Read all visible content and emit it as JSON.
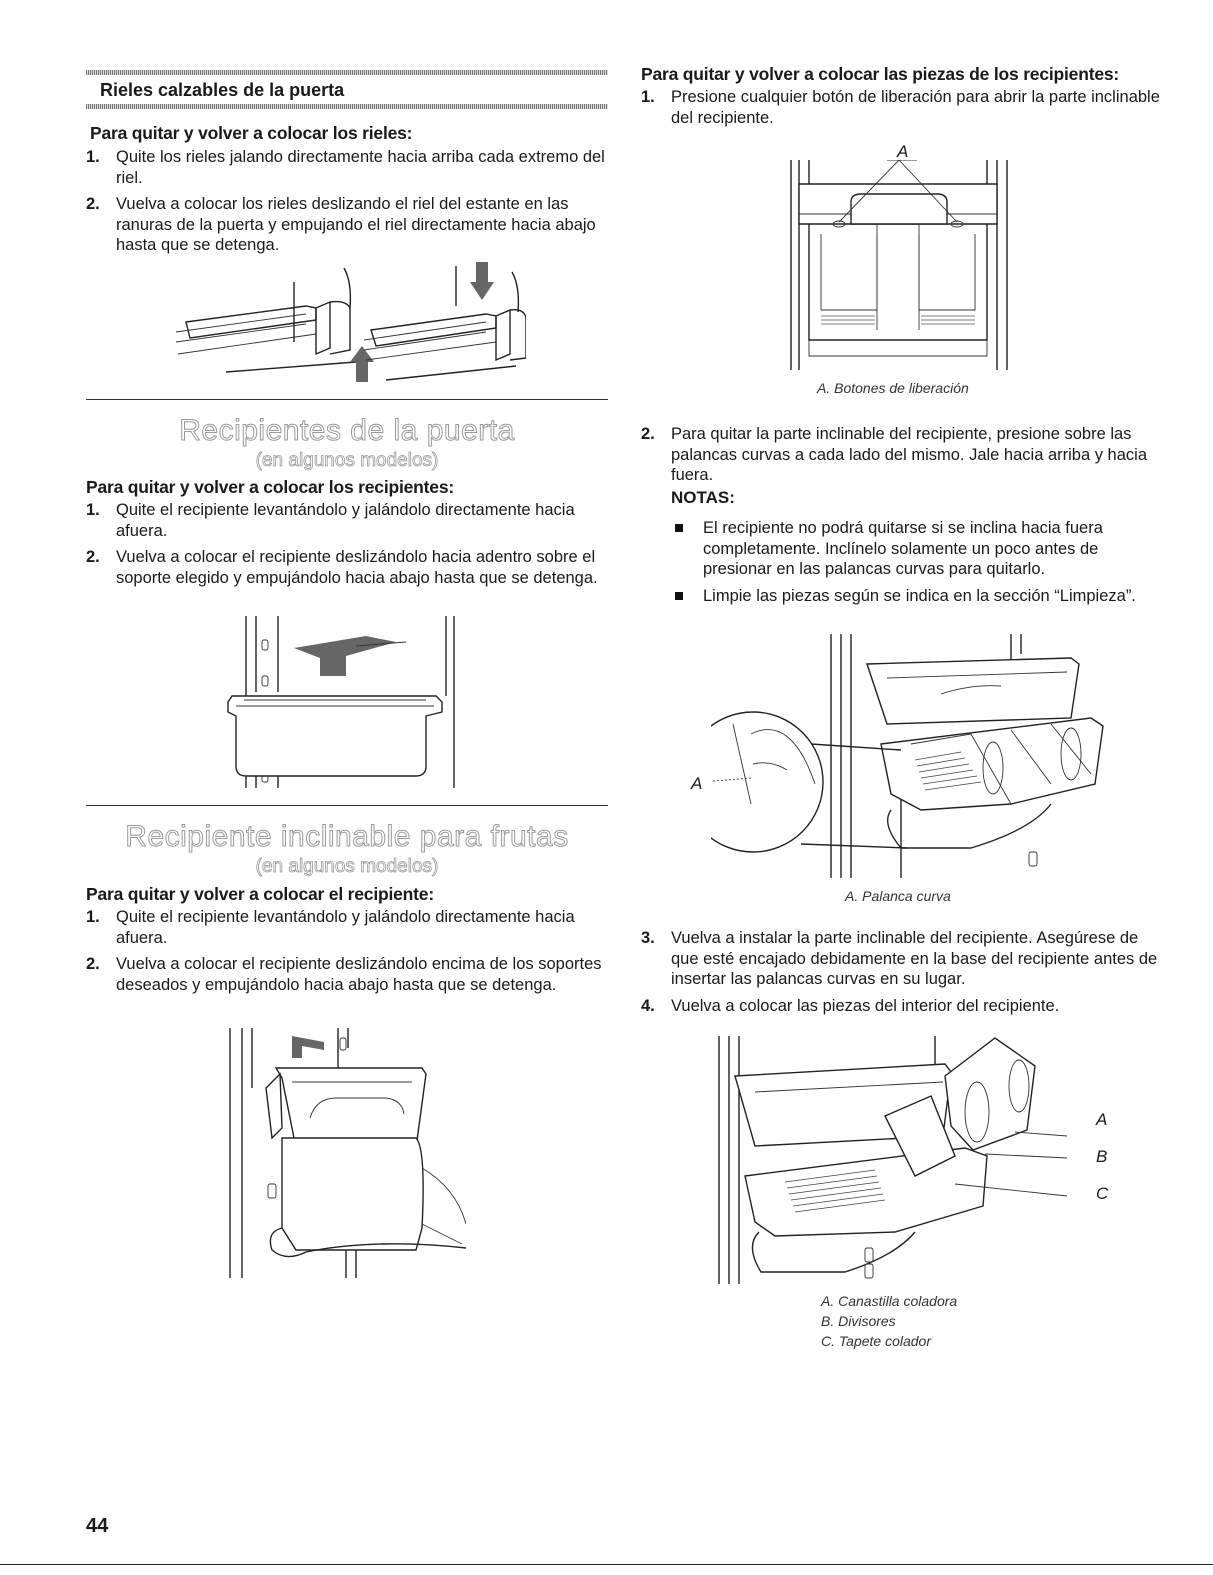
{
  "left": {
    "rails": {
      "title": "Rieles calzables de la puerta",
      "subheading": "Para quitar y volver a colocar los rieles:",
      "steps": [
        {
          "num": "1.",
          "text": "Quite los rieles jalando directamente hacia arriba cada extremo del riel."
        },
        {
          "num": "2.",
          "text": "Vuelva a colocar los rieles deslizando el riel del estante en las ranuras de la puerta y empujando el riel directamente hacia abajo hasta que se detenga."
        }
      ]
    },
    "door_bins": {
      "title": "Recipientes de la puerta",
      "subtitle": "(en algunos modelos)",
      "subheading": "Para quitar y volver a colocar los recipientes:",
      "steps": [
        {
          "num": "1.",
          "text": "Quite el recipiente levantándolo y jalándolo directamente hacia afuera."
        },
        {
          "num": "2.",
          "text": "Vuelva a colocar el recipiente deslizándolo hacia adentro sobre el soporte elegido y empujándolo hacia abajo hasta que se detenga."
        }
      ]
    },
    "tilt_bin": {
      "title": "Recipiente inclinable para frutas",
      "subtitle": "(en algunos modelos)",
      "subheading": "Para quitar y volver a colocar el recipiente:",
      "steps": [
        {
          "num": "1.",
          "text": "Quite el recipiente levantándolo y jalándolo directamente hacia afuera."
        },
        {
          "num": "2.",
          "text": "Vuelva a colocar el recipiente deslizándolo encima de los soportes deseados y empujándolo hacia abajo hasta que se detenga."
        }
      ]
    }
  },
  "right": {
    "subheading": "Para quitar y volver a colocar las piezas de los recipientes:",
    "step1": {
      "num": "1.",
      "text": "Presione cualquier botón de liberación para abrir la parte inclinable del recipiente."
    },
    "fig1": {
      "label": "A",
      "caption": "A. Botones de liberación"
    },
    "step2": {
      "num": "2.",
      "text": "Para quitar la parte inclinable del recipiente, presione sobre las palancas curvas a cada lado del mismo. Jale hacia arriba y hacia fuera."
    },
    "notes_title": "NOTAS:",
    "notes": [
      "El recipiente no podrá quitarse si se inclina hacia fuera completamente. Inclínelo solamente un poco antes de presionar en las palancas curvas para quitarlo.",
      "Limpie las piezas según se indica en la sección “Limpieza”."
    ],
    "fig2": {
      "label": "A",
      "caption": "A. Palanca curva"
    },
    "step3": {
      "num": "3.",
      "text": "Vuelva a instalar la parte inclinable del recipiente. Asegúrese de que esté encajado debidamente en la base del recipiente antes de insertar las palancas curvas en su lugar."
    },
    "step4": {
      "num": "4.",
      "text": "Vuelva a colocar las piezas del interior del recipiente."
    },
    "fig3": {
      "labels": [
        "A",
        "B",
        "C"
      ],
      "captions": [
        "A. Canastilla coladora",
        "B. Divisores",
        "C. Tapete colador"
      ]
    }
  },
  "page_number": "44"
}
